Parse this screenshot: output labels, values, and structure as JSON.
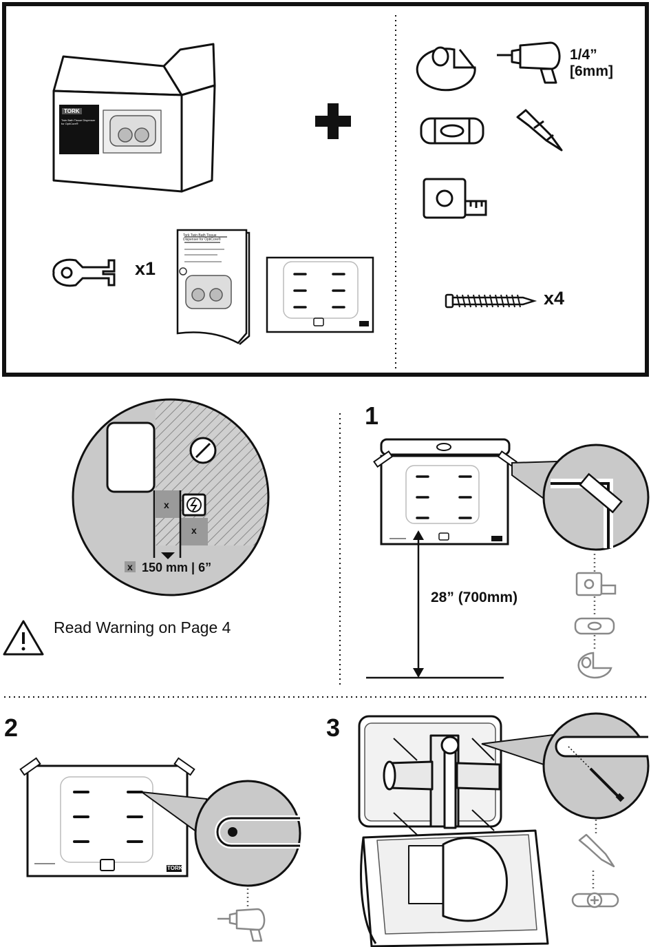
{
  "kit": {
    "key_qty": "x1",
    "screw_qty": "x4",
    "drill_bit_size": "1/4”",
    "drill_bit_size_metric": "[6mm]",
    "box_brand": "TORK",
    "box_title": "Twin Bath Tissue Dispenser for OptiCore®",
    "manual_title": "Tork Twin Bath Tissue Dispenser for OptiCore®"
  },
  "clearance": {
    "marker": "x",
    "distance": "150 mm | 6”",
    "warning": "Read Warning on Page 4"
  },
  "steps": {
    "step1": "1",
    "step1_height": "28” (700mm)",
    "step2": "2",
    "step3": "3"
  },
  "template_brand": "TORK"
}
